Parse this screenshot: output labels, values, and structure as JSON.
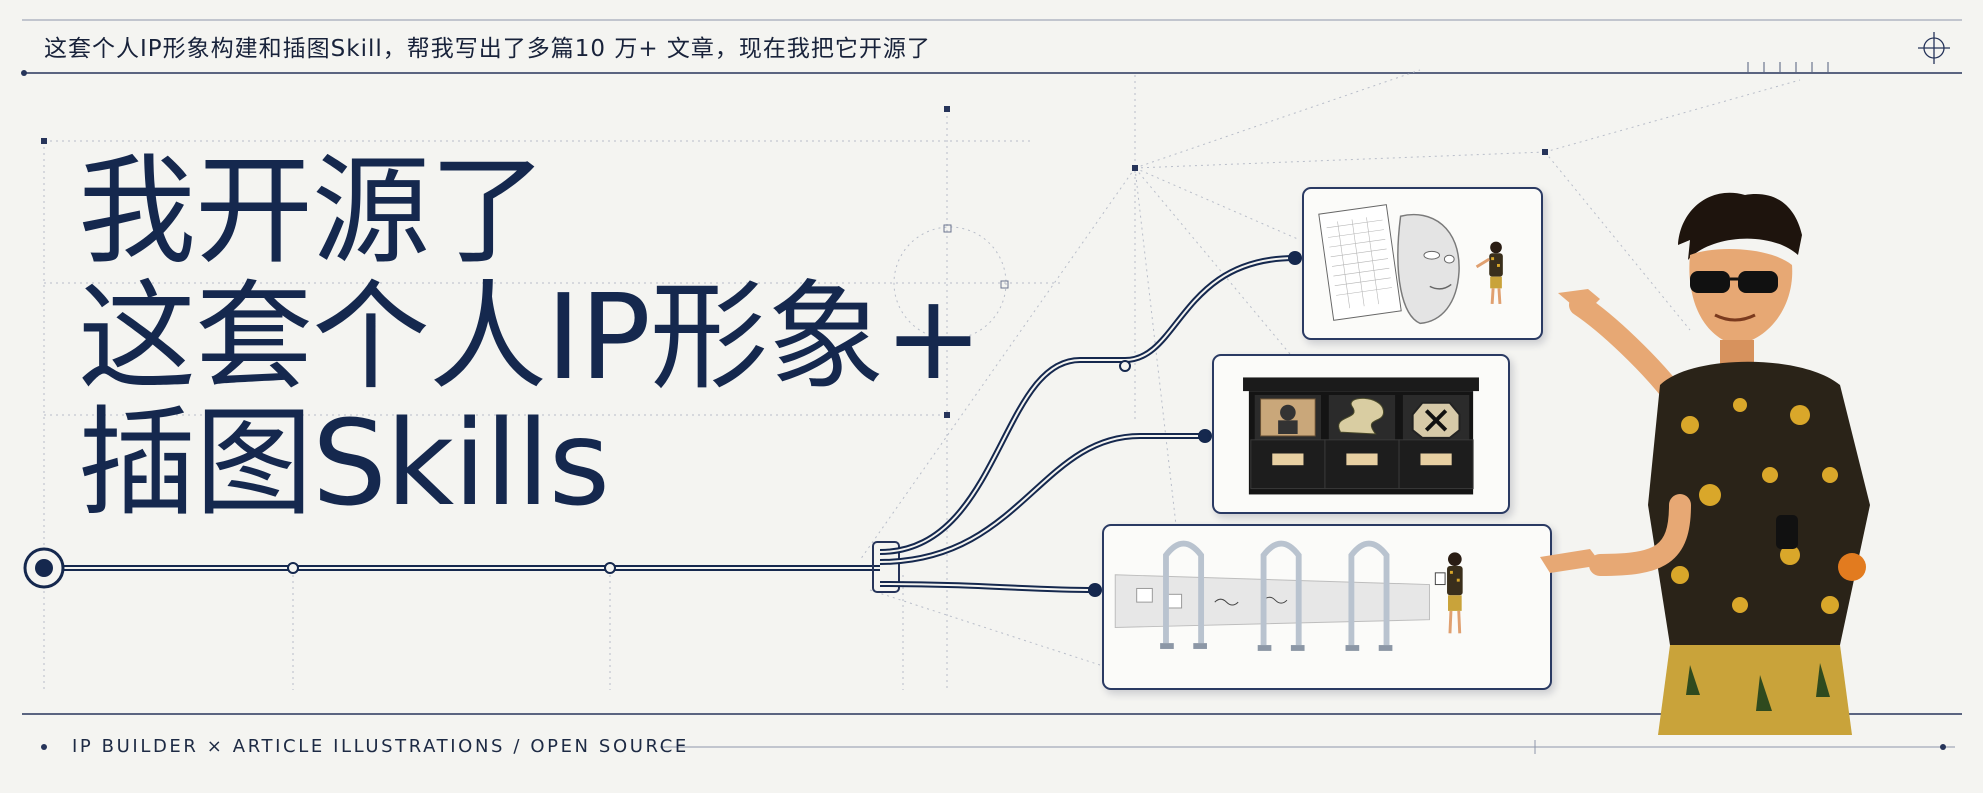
{
  "header": {
    "title": "这套个人IP形象构建和插图Skill，帮我写出了多篇10 万+ 文章，现在我把它开源了"
  },
  "headline": {
    "line1": "我开源了",
    "line2": "这套个人IP形象+",
    "line3": "插图Skills"
  },
  "footer": {
    "tagline": "IP BUILDER × ARTICLE ILLUSTRATIONS / OPEN SOURCE"
  },
  "cards": [
    {
      "name": "mask-card",
      "icon": "face-mask-document-icon"
    },
    {
      "name": "drawer-card",
      "icon": "card-file-drawer-icon"
    },
    {
      "name": "arches-card",
      "icon": "arches-pathway-icon"
    }
  ],
  "colors": {
    "navy": "#15284e",
    "background": "#f4f4f1",
    "shirt": "#2a2318",
    "shirt_pattern": "#d9a72a"
  }
}
